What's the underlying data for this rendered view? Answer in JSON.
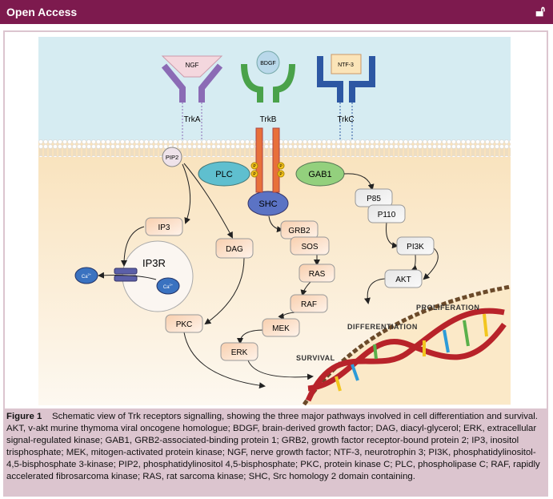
{
  "header": {
    "title": "Open Access",
    "icon": "open-access-lock-icon",
    "color": "#7d1a4e"
  },
  "figure": {
    "ligands": {
      "ngf": "NGF",
      "bdgf": "BDGF",
      "ntf3": "NTF-3"
    },
    "receptors": {
      "trka": "TrkA",
      "trkb": "TrkB",
      "trkc": "TrkC"
    },
    "phospho": "P",
    "molecules": {
      "pip2": "PIP2",
      "plc": "PLC",
      "gab1": "GAB1",
      "shc": "SHC",
      "ip3": "IP3",
      "dag": "DAG",
      "ip3r": "IP3R",
      "ca": "Ca",
      "ca_sup": "2+",
      "grb2": "GRB2",
      "sos": "SOS",
      "ras": "RAS",
      "raf": "RAF",
      "mek": "MEK",
      "erk": "ERK",
      "pkc": "PKC",
      "p85": "P85",
      "p110": "P110",
      "pi3k": "PI3K",
      "akt": "AKT"
    },
    "outcomes": {
      "proliferation": "PROLIFERATION",
      "differentiation": "DIFFERENTIATION",
      "survival": "SURVIVAL"
    }
  },
  "caption": {
    "label": "Figure 1",
    "text": "Schematic view of Trk receptors signalling, showing the three major pathways involved in cell differentiation and survival. AKT, v-akt murine thymoma viral oncogene homologue; BDGF, brain-derived growth factor; DAG, diacyl-glycerol; ERK, extracellular signal-regulated kinase; GAB1, GRB2-associated-binding protein 1; GRB2, growth factor receptor-bound protein 2; IP3, inositol trisphosphate; MEK, mitogen-activated protein kinase; NGF, nerve growth factor; NTF-3, neurotrophin 3; PI3K, phosphatidylinositol-4,5-bisphosphate 3-kinase; PIP2, phosphatidylinositol 4,5-bisphosphate; PKC, protein kinase C; PLC, phospholipase C; RAF, rapidly accelerated fibrosarcoma kinase; RAS, rat sarcoma kinase; SHC, Src homology 2 domain containing."
  }
}
